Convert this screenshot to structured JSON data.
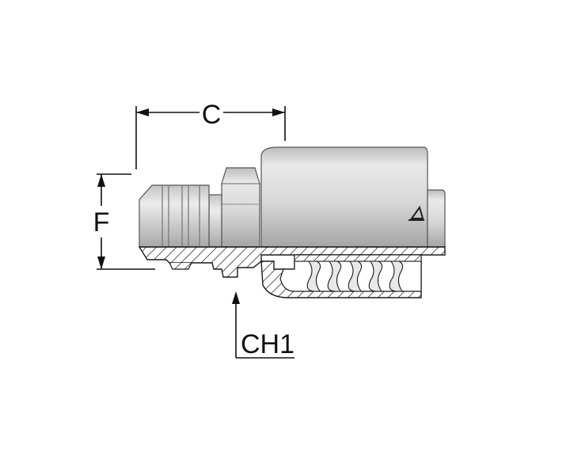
{
  "dimensions": {
    "c_label": "C",
    "f_label": "F",
    "ch1_label": "CH1"
  },
  "icons": {
    "brand_mark": "triangle-logo-mark"
  },
  "colors": {
    "metal_light": "#e4e4e4",
    "metal_mid": "#c9c9c9",
    "metal_dark": "#9a9a9a",
    "outline": "#1a1a1a",
    "hatch": "#333333"
  }
}
